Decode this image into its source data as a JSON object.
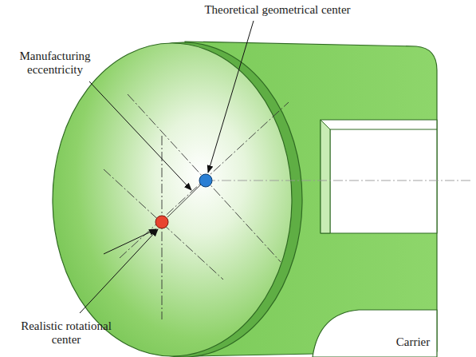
{
  "diagram": {
    "labels": [
      "Theoretical geometrical center",
      "Manufacturing eccentricity",
      "Realistic rotational center",
      "Carrier"
    ]
  }
}
